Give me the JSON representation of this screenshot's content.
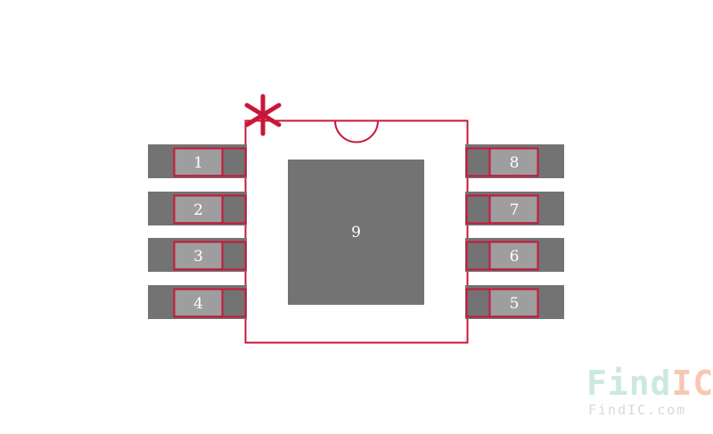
{
  "package": {
    "pin1_marker": "*",
    "thermal_pad_label": "9",
    "pins_left": [
      "1",
      "2",
      "3",
      "4"
    ],
    "pins_right": [
      "8",
      "7",
      "6",
      "5"
    ]
  },
  "colors": {
    "outline": "#c8173a",
    "pad_fill": "#737373",
    "pad_inner_fill": "#9e9e9e",
    "label": "#ffffff"
  },
  "watermark": {
    "logo_find": "Find",
    "logo_ic": "IC",
    "url": "FindIC.com"
  }
}
